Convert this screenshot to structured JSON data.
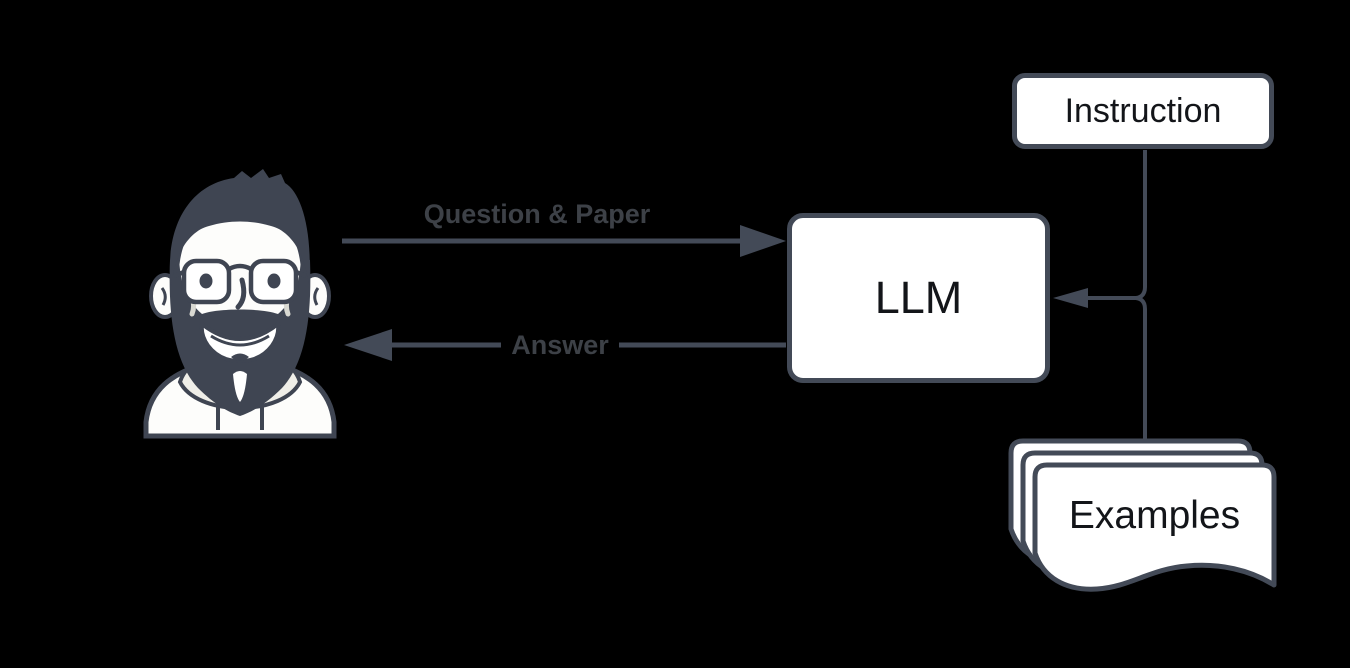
{
  "theme": {
    "bg": "#000000",
    "stroke": "#434a57",
    "ink": "#3f4552",
    "label": "#3d4147",
    "node-fill": "#ffffff",
    "node-text": "#131519",
    "collar": "#efeee8"
  },
  "diagram": {
    "type": "flow",
    "nodes": {
      "user": {
        "icon": "user-avatar-icon",
        "description": "bearded man with glasses wearing hoodie"
      },
      "llm": {
        "label": "LLM"
      },
      "instruction": {
        "label": "Instruction"
      },
      "examples": {
        "label": "Examples",
        "icon": "stacked-documents-icon"
      }
    },
    "edges": {
      "question": {
        "label": "Question & Paper",
        "from": "user",
        "to": "llm",
        "direction": "right"
      },
      "answer": {
        "label": "Answer",
        "from": "llm",
        "to": "user",
        "direction": "left"
      },
      "context": {
        "label": "",
        "from": "instruction+examples",
        "to": "llm",
        "direction": "left"
      }
    }
  }
}
